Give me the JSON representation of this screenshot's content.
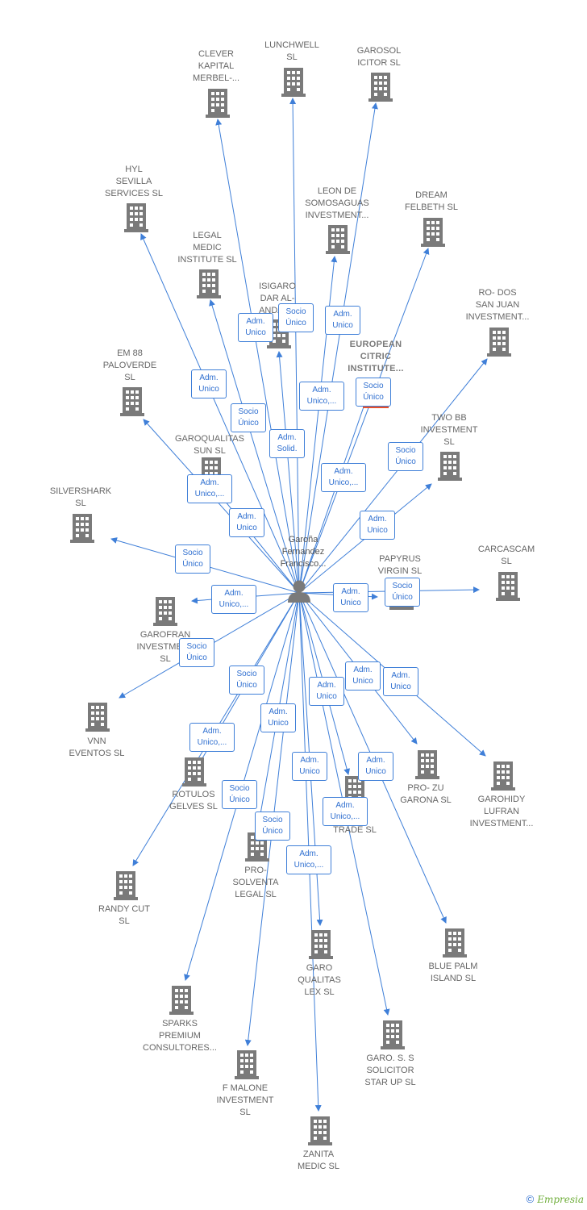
{
  "colors": {
    "edge": "#3f7fd8",
    "icon": "#7a7a7a",
    "highlight_bar": "#e8502a",
    "text": "#666666"
  },
  "center": {
    "name": "Garoña\nFernandez\nFrancisco...",
    "icon": "person-icon"
  },
  "companies": [
    {
      "id": "clever",
      "name": "CLEVER\nKAPITAL\nMERBEL-...",
      "icon": "building-icon"
    },
    {
      "id": "lunchwell",
      "name": "LUNCHWELL\nSL",
      "icon": "building-icon"
    },
    {
      "id": "garosol",
      "name": "GAROSOL\nICITOR  SL",
      "icon": "building-icon"
    },
    {
      "id": "hyl",
      "name": "HYL\nSEVILLA\nSERVICES  SL",
      "icon": "building-icon"
    },
    {
      "id": "leon",
      "name": "LEON DE\nSOMOSAGUAS\nINVESTMENT...",
      "icon": "building-icon"
    },
    {
      "id": "dream",
      "name": "DREAM\nFELBETH  SL",
      "icon": "building-icon"
    },
    {
      "id": "legal",
      "name": "LEGAL\nMEDIC\nINSTITUTE  SL",
      "icon": "building-icon"
    },
    {
      "id": "isigaro",
      "name": "ISIGARO\nDAR AL-\nANDAL...",
      "icon": "building-icon"
    },
    {
      "id": "rodos",
      "name": "RO- DOS\nSAN JUAN\nINVESTMENT...",
      "icon": "building-icon"
    },
    {
      "id": "european",
      "name": "EUROPEAN\nCITRIC\nINSTITUTE...",
      "icon": "building-icon",
      "highlight": true
    },
    {
      "id": "em88",
      "name": "EM 88\nPALOVERDE\nSL",
      "icon": "building-icon"
    },
    {
      "id": "twobb",
      "name": "TWO BB\nINVESTMENT\nSL",
      "icon": "building-icon"
    },
    {
      "id": "garoqualitas_sun",
      "name": "GAROQUALITAS\nSUN  SL",
      "icon": "building-icon"
    },
    {
      "id": "silvershark",
      "name": "SILVERSHARK\nSL",
      "icon": "building-icon"
    },
    {
      "id": "carcascam",
      "name": "CARCASCAM\nSL",
      "icon": "building-icon"
    },
    {
      "id": "papyrus",
      "name": "PAPYRUS\nVIRGIN  SL",
      "icon": "building-icon"
    },
    {
      "id": "garofran",
      "name": "GAROFRAN\nINVESTMENT\nSL",
      "icon": "building-icon"
    },
    {
      "id": "vnn",
      "name": "VNN\nEVENTOS  SL",
      "icon": "building-icon"
    },
    {
      "id": "rotulos",
      "name": "ROTULOS\nGELVES  SL",
      "icon": "building-icon"
    },
    {
      "id": "prozu",
      "name": "PRO- ZU\nGARONA  SL",
      "icon": "building-icon"
    },
    {
      "id": "garohidy",
      "name": "GAROHIDY\nLUFRAN\nINVESTMENT...",
      "icon": "building-icon"
    },
    {
      "id": "trade",
      "name": "TRADE  SL",
      "icon": "building-icon"
    },
    {
      "id": "prosolventa",
      "name": "PRO-\nSOLVENTA\nLEGAL  SL",
      "icon": "building-icon"
    },
    {
      "id": "randy",
      "name": "RANDY CUT\nSL",
      "icon": "building-icon"
    },
    {
      "id": "garoqualitas_lex",
      "name": "GARO\nQUALITAS\nLEX  SL",
      "icon": "building-icon"
    },
    {
      "id": "bluepalm",
      "name": "BLUE PALM\nISLAND  SL",
      "icon": "building-icon"
    },
    {
      "id": "sparks",
      "name": "SPARKS\nPREMIUM\nCONSULTORES...",
      "icon": "building-icon"
    },
    {
      "id": "garosolicitor",
      "name": "GARO.  S. S\nSOLICITOR\nSTAR UP  SL",
      "icon": "building-icon"
    },
    {
      "id": "fmalone",
      "name": "F MALONE\nINVESTMENT\nSL",
      "icon": "building-icon"
    },
    {
      "id": "zanita",
      "name": "ZANITA\nMEDIC  SL",
      "icon": "building-icon"
    }
  ],
  "edges": [
    {
      "to": "clever",
      "label": "Adm.\nUnico"
    },
    {
      "to": "lunchwell",
      "label": "Socio\nÚnico"
    },
    {
      "to": "garosol",
      "label": "Adm.\nUnico"
    },
    {
      "to": "hyl",
      "label": "Adm.\nUnico"
    },
    {
      "to": "leon",
      "label": "Adm.\nUnico,..."
    },
    {
      "to": "dream",
      "label": "Adm.\nUnico,..."
    },
    {
      "to": "legal",
      "label": "Socio\nÚnico"
    },
    {
      "to": "isigaro",
      "label": "Adm.\nSolid."
    },
    {
      "to": "rodos",
      "label": "Socio\nÚnico"
    },
    {
      "to": "european",
      "label": "Socio\nÚnico"
    },
    {
      "to": "em88",
      "label": "Adm.\nUnico,..."
    },
    {
      "to": "twobb",
      "label": "Adm.\nUnico"
    },
    {
      "to": "garoqualitas_sun",
      "label": "Adm.\nUnico"
    },
    {
      "to": "silvershark",
      "label": "Socio\nÚnico"
    },
    {
      "to": "carcascam",
      "label": "Socio\nÚnico"
    },
    {
      "to": "papyrus",
      "label": "Adm.\nUnico"
    },
    {
      "to": "garofran",
      "label": "Adm.\nUnico,..."
    },
    {
      "to": "vnn",
      "label": "Socio\nÚnico"
    },
    {
      "to": "rotulos",
      "label": "Socio\nÚnico"
    },
    {
      "to": "prozu",
      "label": "Adm.\nUnico"
    },
    {
      "to": "garohidy",
      "label": "Adm.\nUnico"
    },
    {
      "to": "trade",
      "label": "Adm.\nUnico"
    },
    {
      "to": "prosolventa",
      "label": "Adm.\nUnico"
    },
    {
      "to": "randy",
      "label": "Adm.\nUnico,..."
    },
    {
      "to": "garoqualitas_lex",
      "label": "Adm.\nUnico"
    },
    {
      "to": "bluepalm",
      "label": "Adm.\nUnico"
    },
    {
      "to": "sparks",
      "label": "Socio\nÚnico"
    },
    {
      "to": "garosolicitor",
      "label": "Adm.\nUnico,..."
    },
    {
      "to": "fmalone",
      "label": "Socio\nÚnico"
    },
    {
      "to": "zanita",
      "label": "Adm.\nUnico,..."
    }
  ],
  "footer": {
    "copyright": "©",
    "brand": "Empresia"
  }
}
